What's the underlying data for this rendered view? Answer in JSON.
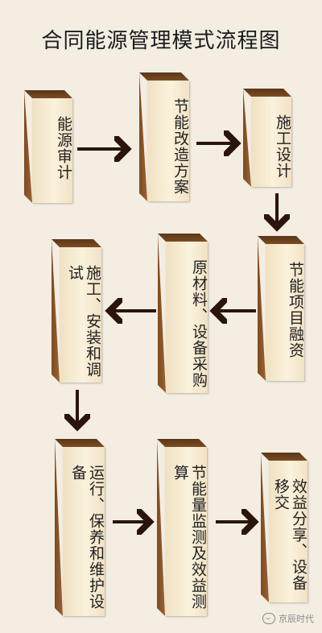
{
  "title": "合同能源管理模式流程图",
  "steps": [
    "能源审计",
    "节能改造方案",
    "施工设计",
    "节能项目融资",
    "原材料、设备采购",
    "施工、安装和调试",
    "运行、保养和维护设备",
    "节能量监测及效益测算",
    "效益分享、设备移交"
  ],
  "watermark": "京辰时代",
  "colors": {
    "arrow": "#2a140c",
    "box_top": "#5a3718",
    "box_face": "#fbf2dd"
  }
}
